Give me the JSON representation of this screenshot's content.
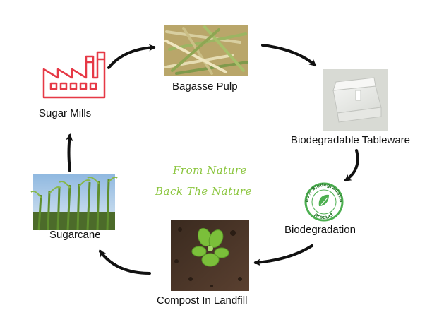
{
  "nodes": {
    "bagasse_pulp": "Bagasse Pulp",
    "tableware": "Biodegradable Tableware",
    "biodegradation": "Biodegradation",
    "compost": "Compost In Landfill",
    "sugarcane": "Sugarcane",
    "sugar_mills": "Sugar Mills"
  },
  "tagline": {
    "line1": "From Nature",
    "line2": "Back The Nature"
  },
  "badge": {
    "top_text": "100% Biodegradation",
    "bottom_text": "product"
  },
  "colors": {
    "tagline": "#8cc63f",
    "factory": "#e63946",
    "badge": "#4caf50",
    "arrow": "#111111"
  }
}
